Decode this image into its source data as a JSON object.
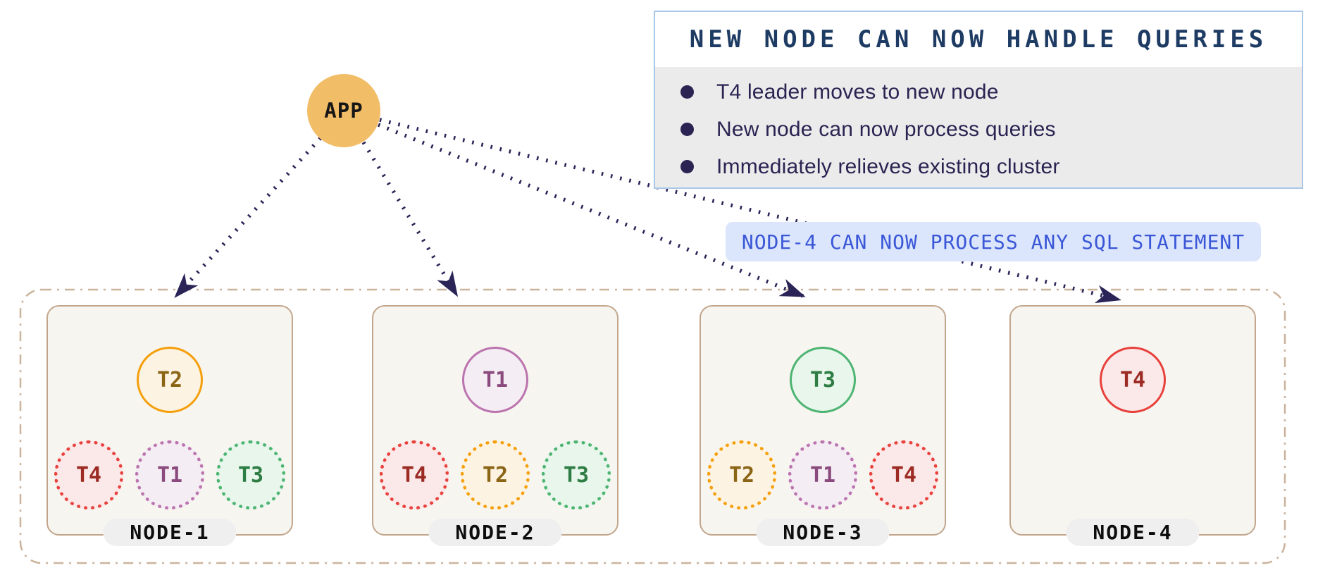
{
  "app": {
    "label": "APP"
  },
  "info_box": {
    "title": "NEW NODE CAN NOW HANDLE QUERIES",
    "bullets": [
      "T4 leader moves to new node",
      "New node can now process queries",
      "Immediately relieves existing cluster"
    ]
  },
  "callout": {
    "text": "NODE-4 CAN NOW PROCESS ANY SQL STATEMENT"
  },
  "nodes": [
    {
      "name": "NODE-1",
      "leader": {
        "label": "T2",
        "color": "orange"
      },
      "followers": [
        {
          "label": "T4",
          "color": "red"
        },
        {
          "label": "T1",
          "color": "purple"
        },
        {
          "label": "T3",
          "color": "green"
        }
      ]
    },
    {
      "name": "NODE-2",
      "leader": {
        "label": "T1",
        "color": "purple"
      },
      "followers": [
        {
          "label": "T4",
          "color": "red"
        },
        {
          "label": "T2",
          "color": "orange"
        },
        {
          "label": "T3",
          "color": "green"
        }
      ]
    },
    {
      "name": "NODE-3",
      "leader": {
        "label": "T3",
        "color": "green"
      },
      "followers": [
        {
          "label": "T2",
          "color": "orange"
        },
        {
          "label": "T1",
          "color": "purple"
        },
        {
          "label": "T4",
          "color": "red"
        }
      ]
    },
    {
      "name": "NODE-4",
      "leader": {
        "label": "T4",
        "color": "red"
      },
      "followers": []
    }
  ],
  "colors": {
    "app_fill": "#f2bd67",
    "arrow": "#2a2457",
    "info_border": "#a9c8e8",
    "info_title_text": "#1d3b63",
    "info_body_bg": "#ebebeb",
    "info_bullet_text": "#2b2351",
    "callout_bg": "#dbe5fb",
    "callout_text": "#3a57d7",
    "cluster_boundary": "#cbb39c",
    "node_box_bg": "#f7f5f0",
    "node_box_border": "#c2a68c",
    "pill_bg": "#efefef",
    "tablet_red": {
      "border": "#e8413c",
      "fill": "#fbe9e9",
      "text": "#9c2b24"
    },
    "tablet_orange": {
      "border": "#f59f0b",
      "fill": "#fdf3e2",
      "text": "#8a6516"
    },
    "tablet_purple": {
      "border": "#bb74ae",
      "fill": "#f4eef4",
      "text": "#8b4a7d"
    },
    "tablet_green": {
      "border": "#4db472",
      "fill": "#e8f6ec",
      "text": "#2e7d44"
    }
  }
}
